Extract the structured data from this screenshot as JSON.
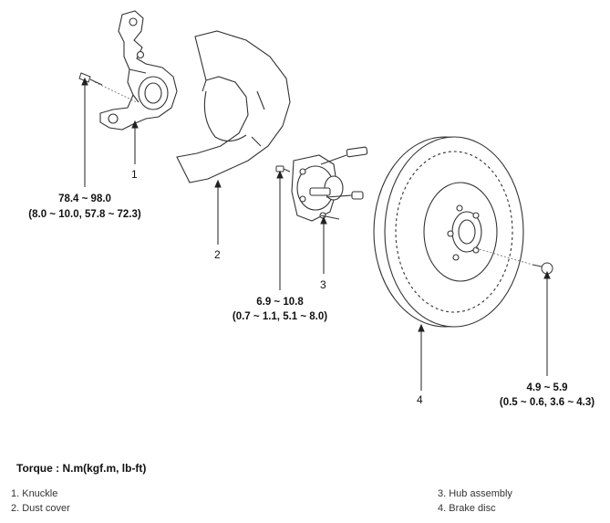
{
  "callouts": [
    {
      "id": "1"
    },
    {
      "id": "2"
    },
    {
      "id": "3"
    },
    {
      "id": "4"
    }
  ],
  "torques": [
    {
      "nm": "78.4 ~ 98.0",
      "alt": "(8.0 ~ 10.0, 57.8 ~ 72.3)"
    },
    {
      "nm": "6.9 ~ 10.8",
      "alt": "(0.7 ~ 1.1, 5.1 ~ 8.0)"
    },
    {
      "nm": "4.9 ~ 5.9",
      "alt": "(0.5 ~ 0.6, 3.6 ~ 4.3)"
    }
  ],
  "torque_unit_label": "Torque : N.m(kgf.m, lb-ft)",
  "legend": [
    {
      "text": "1. Knuckle"
    },
    {
      "text": "2. Dust cover"
    },
    {
      "text": "3. Hub assembly"
    },
    {
      "text": "4. Brake disc"
    }
  ]
}
